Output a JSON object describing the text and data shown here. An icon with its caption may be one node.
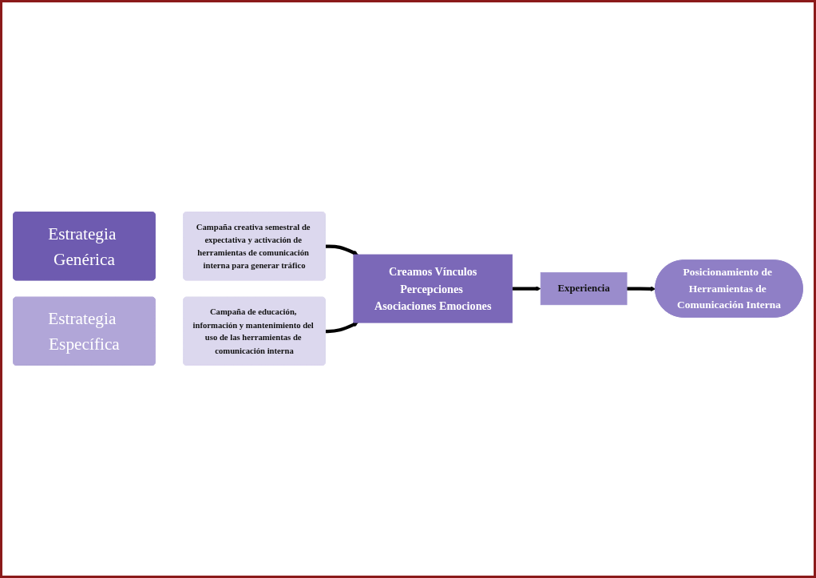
{
  "diagram": {
    "nodes": [
      {
        "text": [
          "Estrategia Genérica"
        ]
      },
      {
        "text": [
          "Campaña creativa semestral de expectativa y activación de herramientas de comunicación interna para generar tráfico"
        ]
      },
      {
        "text": [
          "Estrategia Específica"
        ]
      },
      {
        "text": [
          "Campaña de educación, información y mantenimiento del uso de las herramientas de comunicación interna"
        ]
      },
      {
        "text": [
          "Creamos Vínculos",
          "Percepciones Asociaciones Emociones"
        ]
      },
      {
        "text": [
          "Experiencia"
        ]
      },
      {
        "text": [
          "Posicionamiento de Herramientas de Comunicación Interna"
        ]
      }
    ],
    "edges": [
      {
        "from": 1,
        "to": 4,
        "arrow": "to"
      },
      {
        "from": 3,
        "to": 4,
        "arrow": "to"
      },
      {
        "from": 4,
        "to": 5,
        "arrow": "to"
      },
      {
        "from": 5,
        "to": 6,
        "arrow": "to"
      }
    ]
  }
}
